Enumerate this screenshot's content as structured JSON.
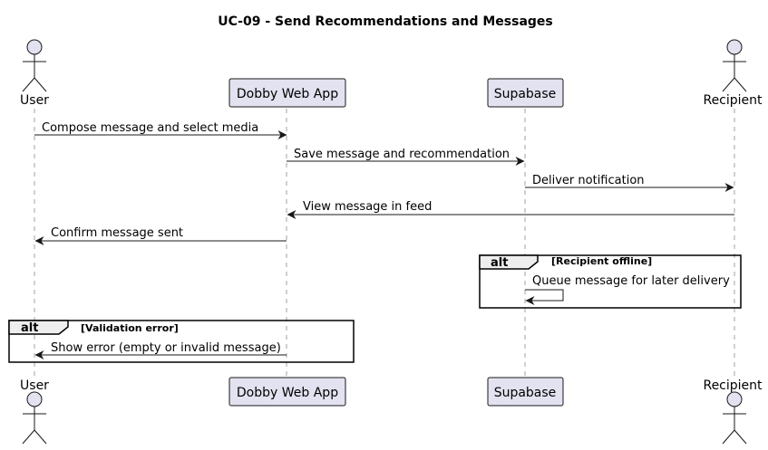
{
  "diagram": {
    "title": "UC-09 - Send Recommendations and Messages",
    "participants": [
      {
        "id": "user",
        "label": "User",
        "kind": "actor"
      },
      {
        "id": "app",
        "label": "Dobby Web App",
        "kind": "participant"
      },
      {
        "id": "supabase",
        "label": "Supabase",
        "kind": "participant"
      },
      {
        "id": "recipient",
        "label": "Recipient",
        "kind": "actor"
      }
    ],
    "messages": [
      {
        "from": "user",
        "to": "app",
        "label": "Compose message and select media"
      },
      {
        "from": "app",
        "to": "supabase",
        "label": "Save message and recommendation"
      },
      {
        "from": "supabase",
        "to": "recipient",
        "label": "Deliver notification"
      },
      {
        "from": "recipient",
        "to": "app",
        "label": "View message in feed"
      },
      {
        "from": "app",
        "to": "user",
        "label": "Confirm message sent"
      },
      {
        "from": "supabase",
        "to": "supabase",
        "label": "Queue message for later delivery"
      },
      {
        "from": "app",
        "to": "user",
        "label": "Show error (empty or invalid message)"
      }
    ],
    "fragments": [
      {
        "keyword": "alt",
        "guard": "[Recipient offline]"
      },
      {
        "keyword": "alt",
        "guard": "[Validation error]"
      }
    ],
    "colors": {
      "participant_fill": "#e2e2f0",
      "participant_border": "#181818",
      "line": "#181818",
      "lifeline": "#a0a0a0"
    }
  }
}
